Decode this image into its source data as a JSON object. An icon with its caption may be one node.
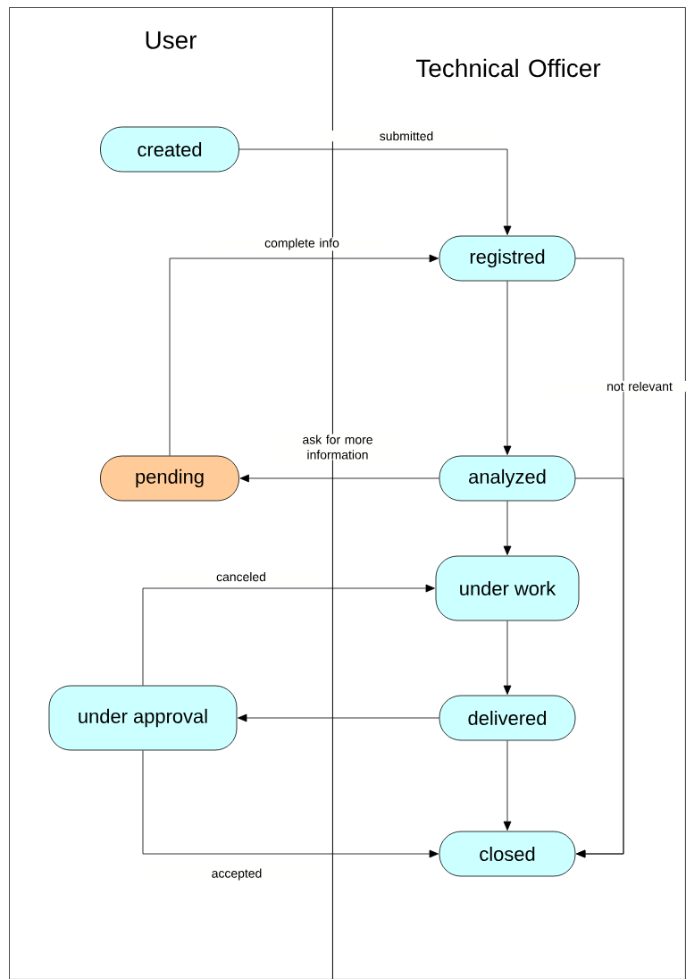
{
  "diagram": {
    "nodes": [
      {
        "text": [
          "User"
        ]
      },
      {
        "text": [
          "Technical Officer"
        ]
      },
      {
        "text": [
          "created"
        ],
        "in": 0
      },
      {
        "text": [
          "registred"
        ],
        "in": 1
      },
      {
        "text": [
          "pending"
        ],
        "in": 0
      },
      {
        "text": [
          "analyzed"
        ],
        "in": 1
      },
      {
        "text": [
          "under work"
        ],
        "in": 1
      },
      {
        "text": [
          "under approval"
        ],
        "in": 0
      },
      {
        "text": [
          "delivered"
        ],
        "in": 1
      },
      {
        "text": [
          "closed"
        ],
        "in": 1
      }
    ],
    "edges": [
      {
        "from": 2,
        "to": 3,
        "arrow": "to",
        "label": "submitted"
      },
      {
        "from": 4,
        "to": 3,
        "arrow": "to",
        "label": "complete info"
      },
      {
        "from": 3,
        "to": 5,
        "arrow": "to"
      },
      {
        "from": 5,
        "to": 4,
        "arrow": "to",
        "label": "ask for more information"
      },
      {
        "from": 3,
        "to": 9,
        "arrow": "to",
        "label": "not relevant"
      },
      {
        "from": 5,
        "to": 9,
        "arrow": "to"
      },
      {
        "from": 5,
        "to": 6,
        "arrow": "to"
      },
      {
        "from": 7,
        "to": 6,
        "arrow": "to",
        "label": "canceled"
      },
      {
        "from": 6,
        "to": 8,
        "arrow": "to"
      },
      {
        "from": 8,
        "to": 7,
        "arrow": "to"
      },
      {
        "from": 8,
        "to": 9,
        "arrow": "to"
      },
      {
        "from": 7,
        "to": 9,
        "arrow": "to",
        "label": "accepted"
      }
    ]
  }
}
